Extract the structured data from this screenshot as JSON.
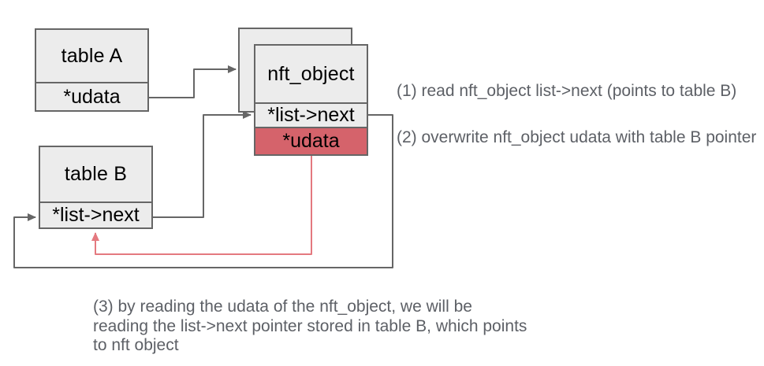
{
  "colors": {
    "background": "#ffffff",
    "box_fill": "#ececec",
    "box_border": "#666666",
    "box_text": "#000000",
    "highlight_fill": "#d5636b",
    "arrow_gray": "#666666",
    "arrow_red": "#e4797f",
    "annotation_text": "#5d6066"
  },
  "boxes": {
    "table_a": {
      "title": "table A",
      "fields": [
        "*udata"
      ]
    },
    "nft_object": {
      "title": "nft_object",
      "fields": [
        "*list->next",
        "*udata"
      ]
    },
    "table_b": {
      "title": "table B",
      "fields": [
        "*list->next"
      ]
    }
  },
  "annotations": {
    "step1": "(1) read nft_object list->next (points to table B)",
    "step2": "(2) overwrite nft_object udata with table B pointer",
    "step3_lines": [
      "(3) by reading the udata of the nft_object, we will be",
      "reading the list->next pointer stored in table B, which points",
      "to nft object"
    ]
  }
}
